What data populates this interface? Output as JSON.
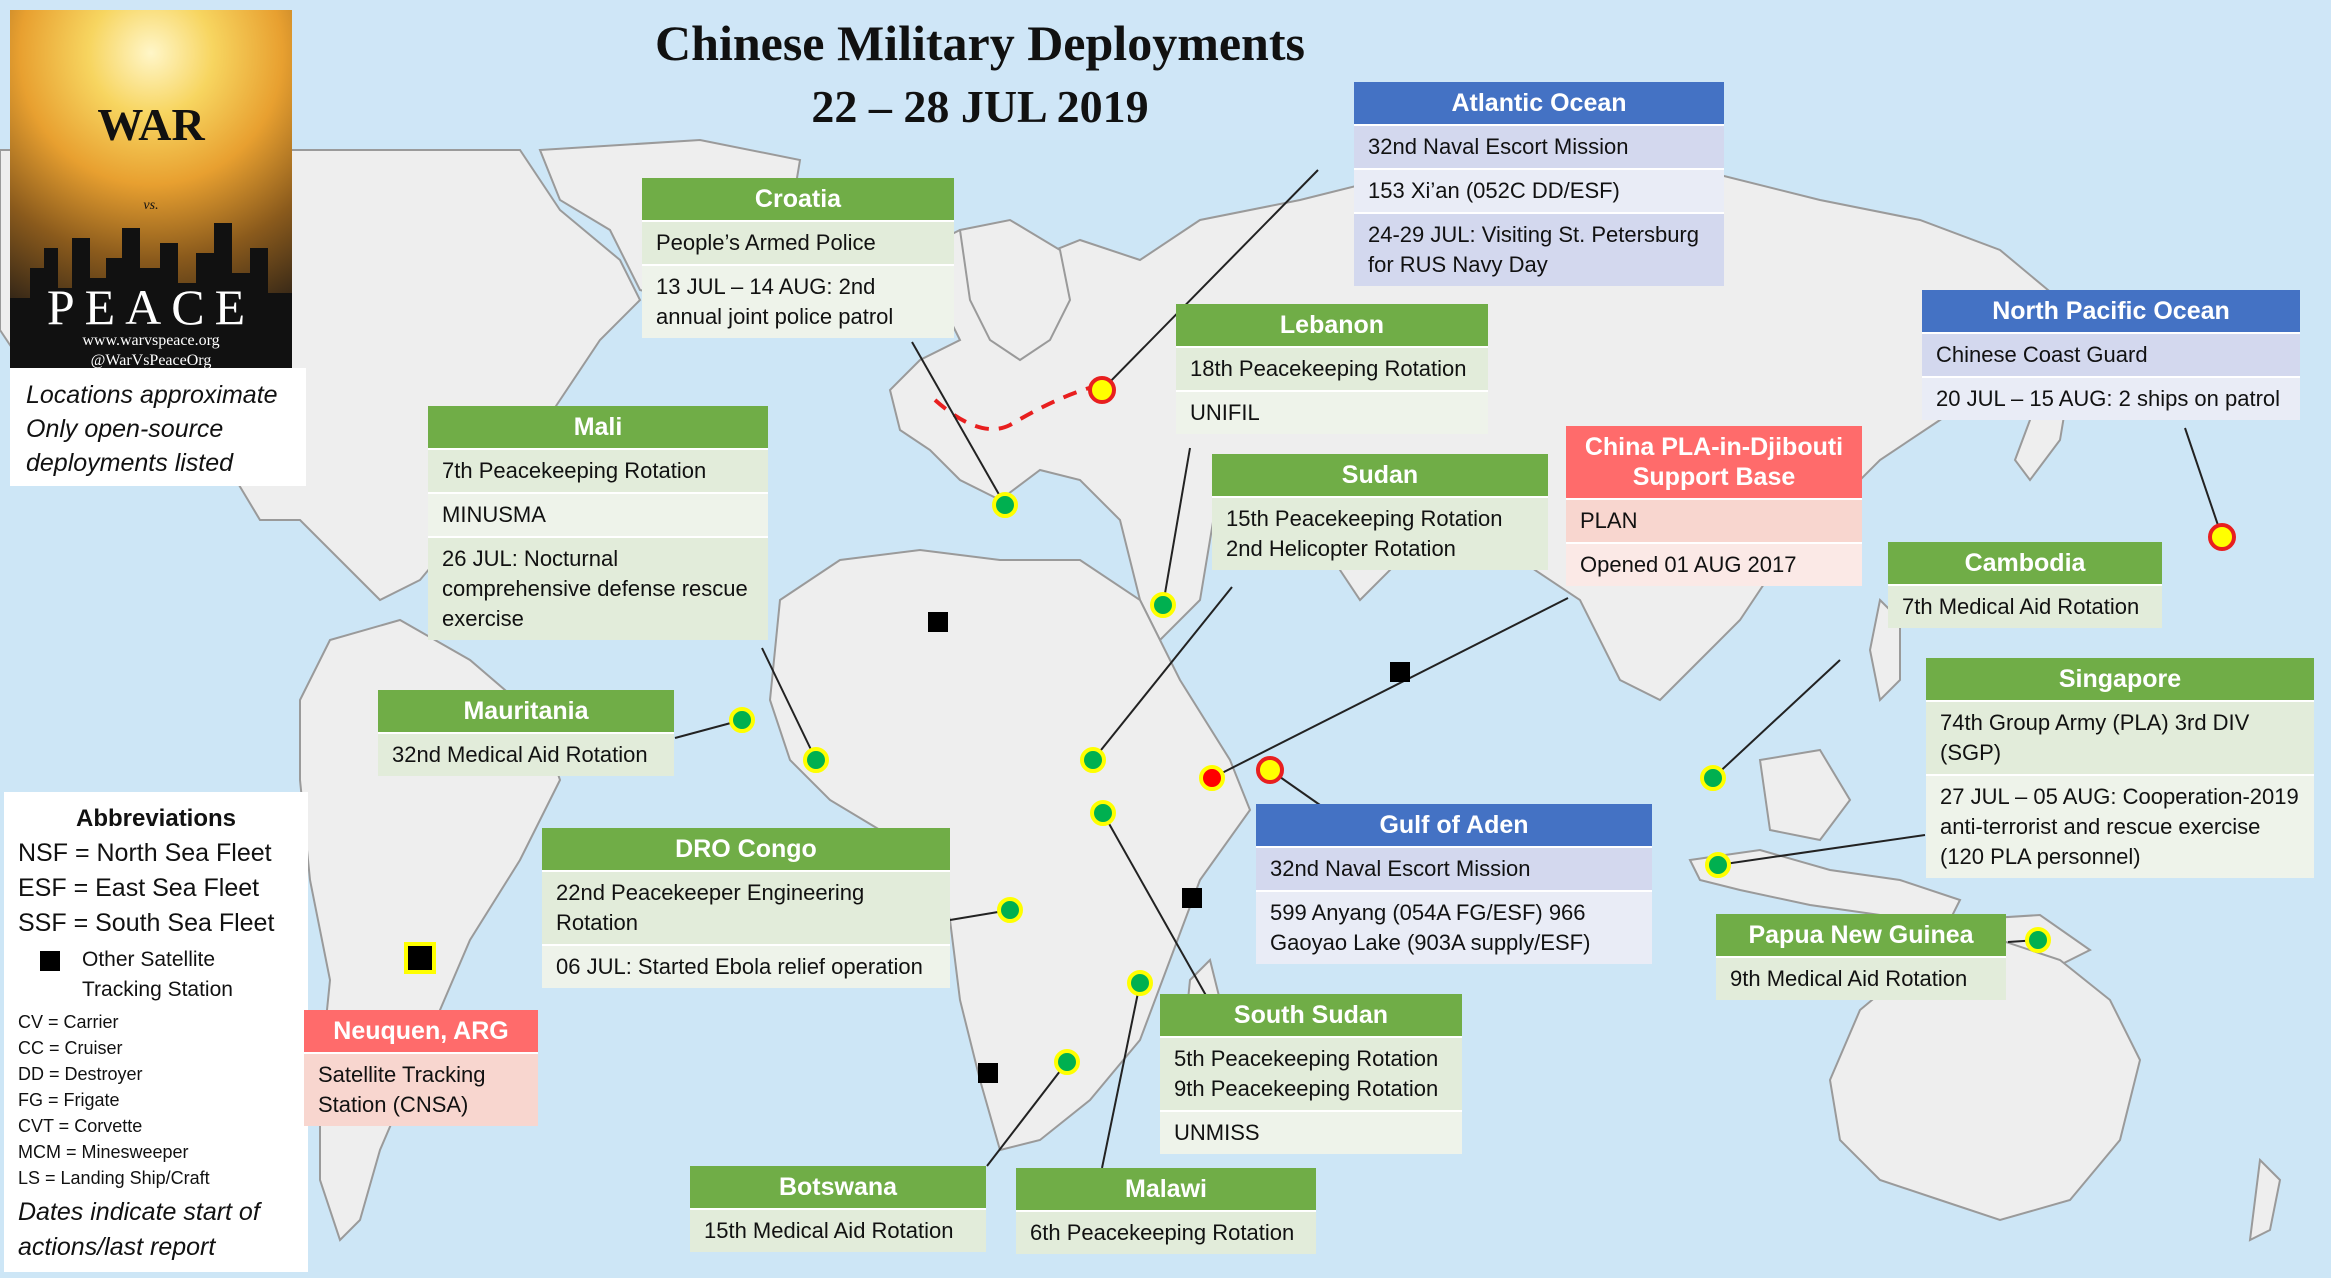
{
  "title": "Chinese Military Deployments",
  "date_range": "22 – 28 JUL 2019",
  "logo": {
    "word_top": "WAR",
    "word_vs": "vs.",
    "word_bottom": "PEACE",
    "url": "www.warvspeace.org",
    "handle": "@WarVsPeaceOrg"
  },
  "notes": [
    "Locations approximate",
    "Only open-source",
    "deployments listed"
  ],
  "abbreviations": {
    "title": "Abbreviations",
    "fleets": [
      "NSF = North Sea Fleet",
      "ESF = East Sea Fleet",
      "SSF = South Sea Fleet"
    ],
    "legend_label": "Other Satellite Tracking Station",
    "ships": [
      "CV = Carrier",
      "CC = Cruiser",
      "DD = Destroyer",
      "FG = Frigate",
      "CVT = Corvette",
      "MCM = Minesweeper",
      "LS = Landing Ship/Craft"
    ],
    "footer": "Dates indicate start of actions/last report"
  },
  "colors": {
    "ocean": "#cfe6f7",
    "land": "#eeeeee",
    "green_header": "#70ad47",
    "blue_header": "#4472c4",
    "red_header": "#ff6b6b",
    "peacekeeping_marker": "#00b050",
    "naval_marker": "#ffff00",
    "djibouti_marker": "#ff0000"
  },
  "cards": {
    "atlantic": {
      "title": "Atlantic Ocean",
      "rows": [
        "32nd Naval Escort Mission",
        "153 Xi’an (052C DD/ESF)",
        "24-29 JUL: Visiting St. Petersburg for RUS Navy Day"
      ]
    },
    "croatia": {
      "title": "Croatia",
      "rows": [
        "People’s Armed Police",
        "13 JUL – 14 AUG: 2nd annual joint police patrol"
      ]
    },
    "lebanon": {
      "title": "Lebanon",
      "rows": [
        "18th Peacekeeping Rotation",
        "UNIFIL"
      ]
    },
    "npacific": {
      "title": "North Pacific Ocean",
      "rows": [
        "Chinese Coast Guard",
        "20 JUL – 15 AUG: 2 ships on patrol"
      ]
    },
    "mali": {
      "title": "Mali",
      "rows": [
        "7th Peacekeeping Rotation",
        "MINUSMA",
        "26 JUL: Nocturnal comprehensive defense rescue exercise"
      ]
    },
    "sudan": {
      "title": "Sudan",
      "rows": [
        "15th Peacekeeping Rotation 2nd Helicopter Rotation"
      ]
    },
    "djibouti": {
      "title": "China PLA-in-Djibouti Support Base",
      "rows": [
        "PLAN",
        "Opened 01 AUG 2017"
      ]
    },
    "cambodia": {
      "title": "Cambodia",
      "rows": [
        "7th Medical Aid Rotation"
      ]
    },
    "mauritania": {
      "title": "Mauritania",
      "rows": [
        "32nd Medical Aid Rotation"
      ]
    },
    "singapore": {
      "title": "Singapore",
      "rows": [
        "74th Group Army (PLA) 3rd DIV (SGP)",
        "27 JUL – 05 AUG: Cooperation-2019 anti-terrorist and rescue exercise (120 PLA personnel)"
      ]
    },
    "aden": {
      "title": "Gulf of Aden",
      "rows": [
        "32nd Naval Escort Mission",
        "599 Anyang (054A FG/ESF) 966 Gaoyao Lake (903A supply/ESF)"
      ]
    },
    "congo": {
      "title": "DRO Congo",
      "rows": [
        "22nd Peacekeeper Engineering Rotation",
        "06 JUL: Started Ebola relief operation"
      ]
    },
    "png": {
      "title": "Papua New Guinea",
      "rows": [
        "9th Medical Aid Rotation"
      ]
    },
    "neuquen": {
      "title": "Neuquen, ARG",
      "rows": [
        "Satellite Tracking Station (CNSA)"
      ]
    },
    "ssudan": {
      "title": "South Sudan",
      "rows": [
        "5th Peacekeeping Rotation 9th Peacekeeping Rotation",
        "UNMISS"
      ]
    },
    "botswana": {
      "title": "Botswana",
      "rows": [
        "15th Medical Aid Rotation"
      ]
    },
    "malawi": {
      "title": "Malawi",
      "rows": [
        "6th Peacekeeping Rotation"
      ]
    }
  }
}
